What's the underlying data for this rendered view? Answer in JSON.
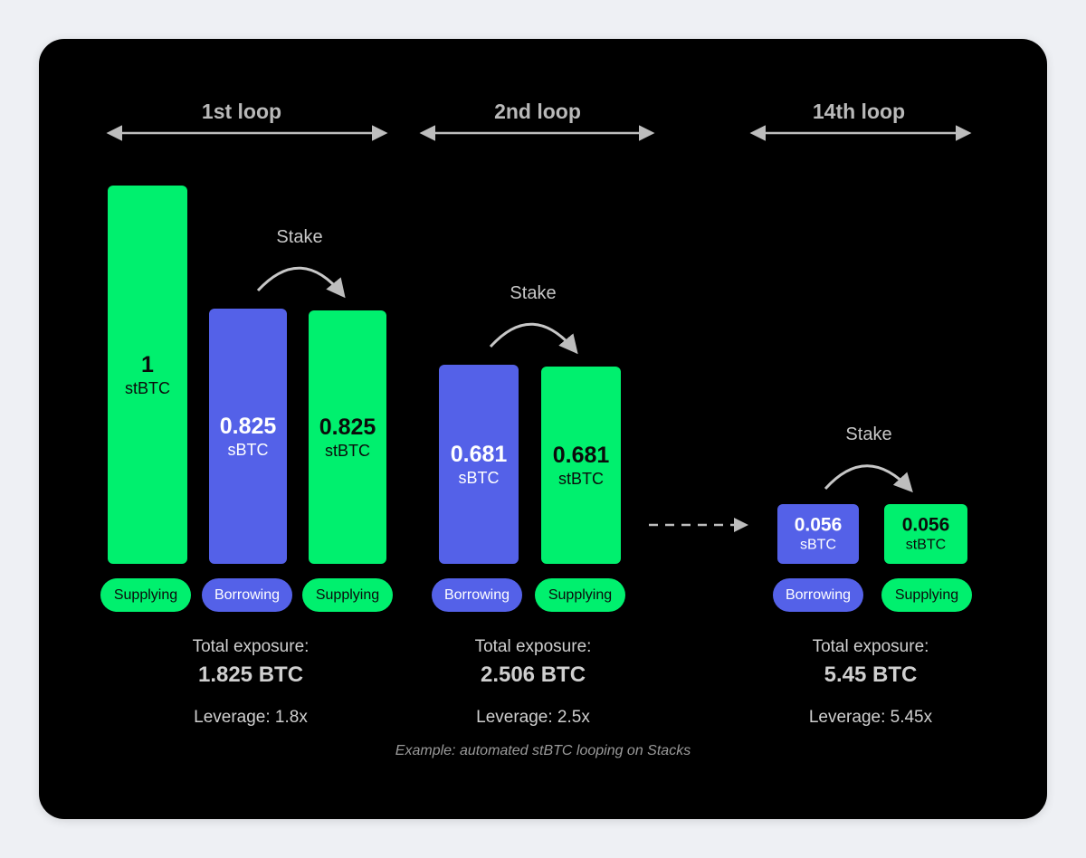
{
  "loops": [
    {
      "title": "1st loop",
      "stake_label": "Stake",
      "bars": [
        {
          "value": "1",
          "unit": "stBTC",
          "pill": "Supplying"
        },
        {
          "value": "0.825",
          "unit": "sBTC",
          "pill": "Borrowing"
        },
        {
          "value": "0.825",
          "unit": "stBTC",
          "pill": "Supplying"
        }
      ],
      "summary": {
        "title": "Total exposure:",
        "value": "1.825 BTC",
        "leverage": "Leverage: 1.8x"
      }
    },
    {
      "title": "2nd loop",
      "stake_label": "Stake",
      "bars": [
        {
          "value": "0.681",
          "unit": "sBTC",
          "pill": "Borrowing"
        },
        {
          "value": "0.681",
          "unit": "stBTC",
          "pill": "Supplying"
        }
      ],
      "summary": {
        "title": "Total exposure:",
        "value": "2.506 BTC",
        "leverage": "Leverage: 2.5x"
      }
    },
    {
      "title": "14th loop",
      "stake_label": "Stake",
      "bars": [
        {
          "value": "0.056",
          "unit": "sBTC",
          "pill": "Borrowing"
        },
        {
          "value": "0.056",
          "unit": "stBTC",
          "pill": "Supplying"
        }
      ],
      "summary": {
        "title": "Total exposure:",
        "value": "5.45 BTC",
        "leverage": "Leverage: 5.45x"
      }
    }
  ],
  "caption": "Example: automated stBTC looping on Stacks",
  "colors": {
    "supplying": "#00f06e",
    "borrowing": "#5461e8",
    "background": "#000000",
    "arrow": "#bdbdbd"
  }
}
